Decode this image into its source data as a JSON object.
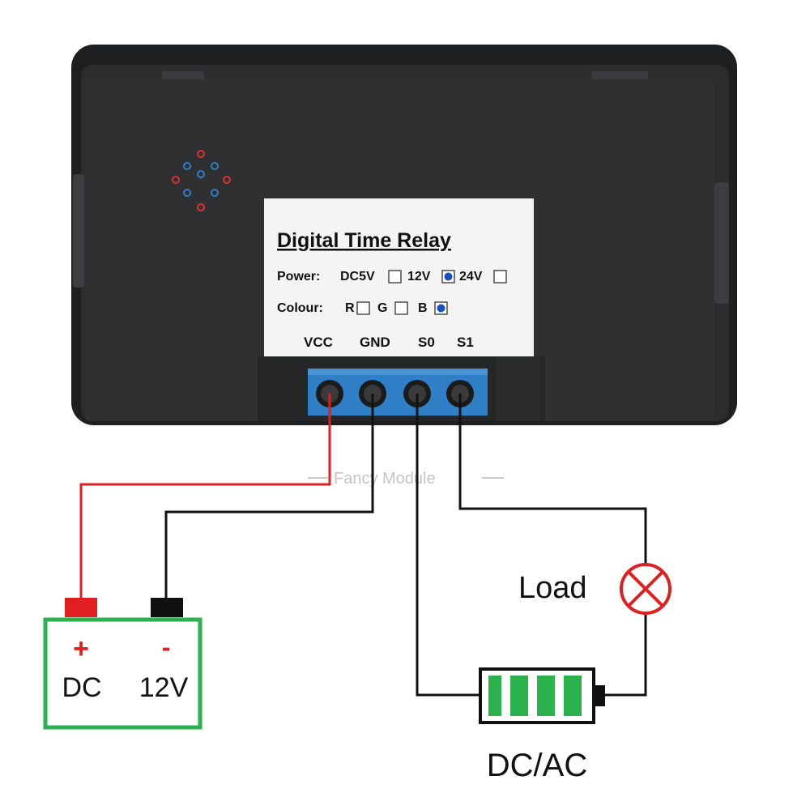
{
  "label": {
    "title": "Digital Time Relay",
    "power_label": "Power:",
    "power_options": [
      "DC5V",
      "12V",
      "24V"
    ],
    "power_selected": "12V",
    "colour_label": "Colour:",
    "colour_options": [
      "R",
      "G",
      "B"
    ],
    "colour_selected": "B",
    "terminals": [
      "VCC",
      "GND",
      "S0",
      "S1"
    ]
  },
  "watermark": "Fancy Module",
  "battery": {
    "plus": "+",
    "minus": "-",
    "left_text": "DC",
    "right_text": "12V"
  },
  "load_label": "Load",
  "source_label": "DC/AC",
  "colors": {
    "device_body": "#2b2c2e",
    "terminal_block": "#2f7fc6",
    "positive_wire": "#e02020",
    "ground_wire": "#111111",
    "battery_outline": "#2bb24c",
    "lamp": "#e02020",
    "cell_green": "#2bb24c"
  }
}
